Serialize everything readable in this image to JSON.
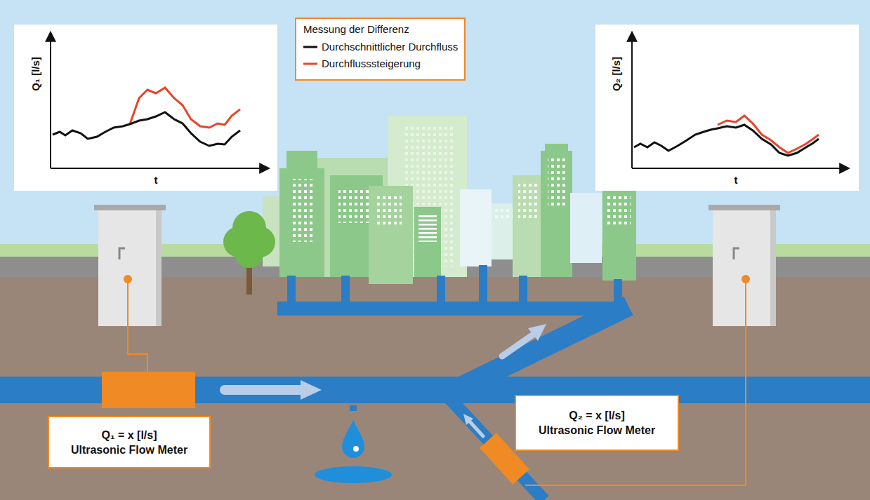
{
  "diagram": {
    "nodes": [
      {
        "text": [
          "Q₁ = x [l/s]",
          "Ultrasonic Flow Meter"
        ]
      },
      {
        "text": [
          "Q₂ = x [l/s]",
          "Ultrasonic Flow Meter"
        ]
      }
    ],
    "labels": [
      "Messung der Differenz",
      "Q₁ [l/s]",
      "t",
      "Q₂ [l/s]",
      "t"
    ],
    "legend": [
      {
        "text": "Durchschnittlicher Durchfluss"
      },
      {
        "text": "Durchflusssteigerung"
      }
    ]
  }
}
